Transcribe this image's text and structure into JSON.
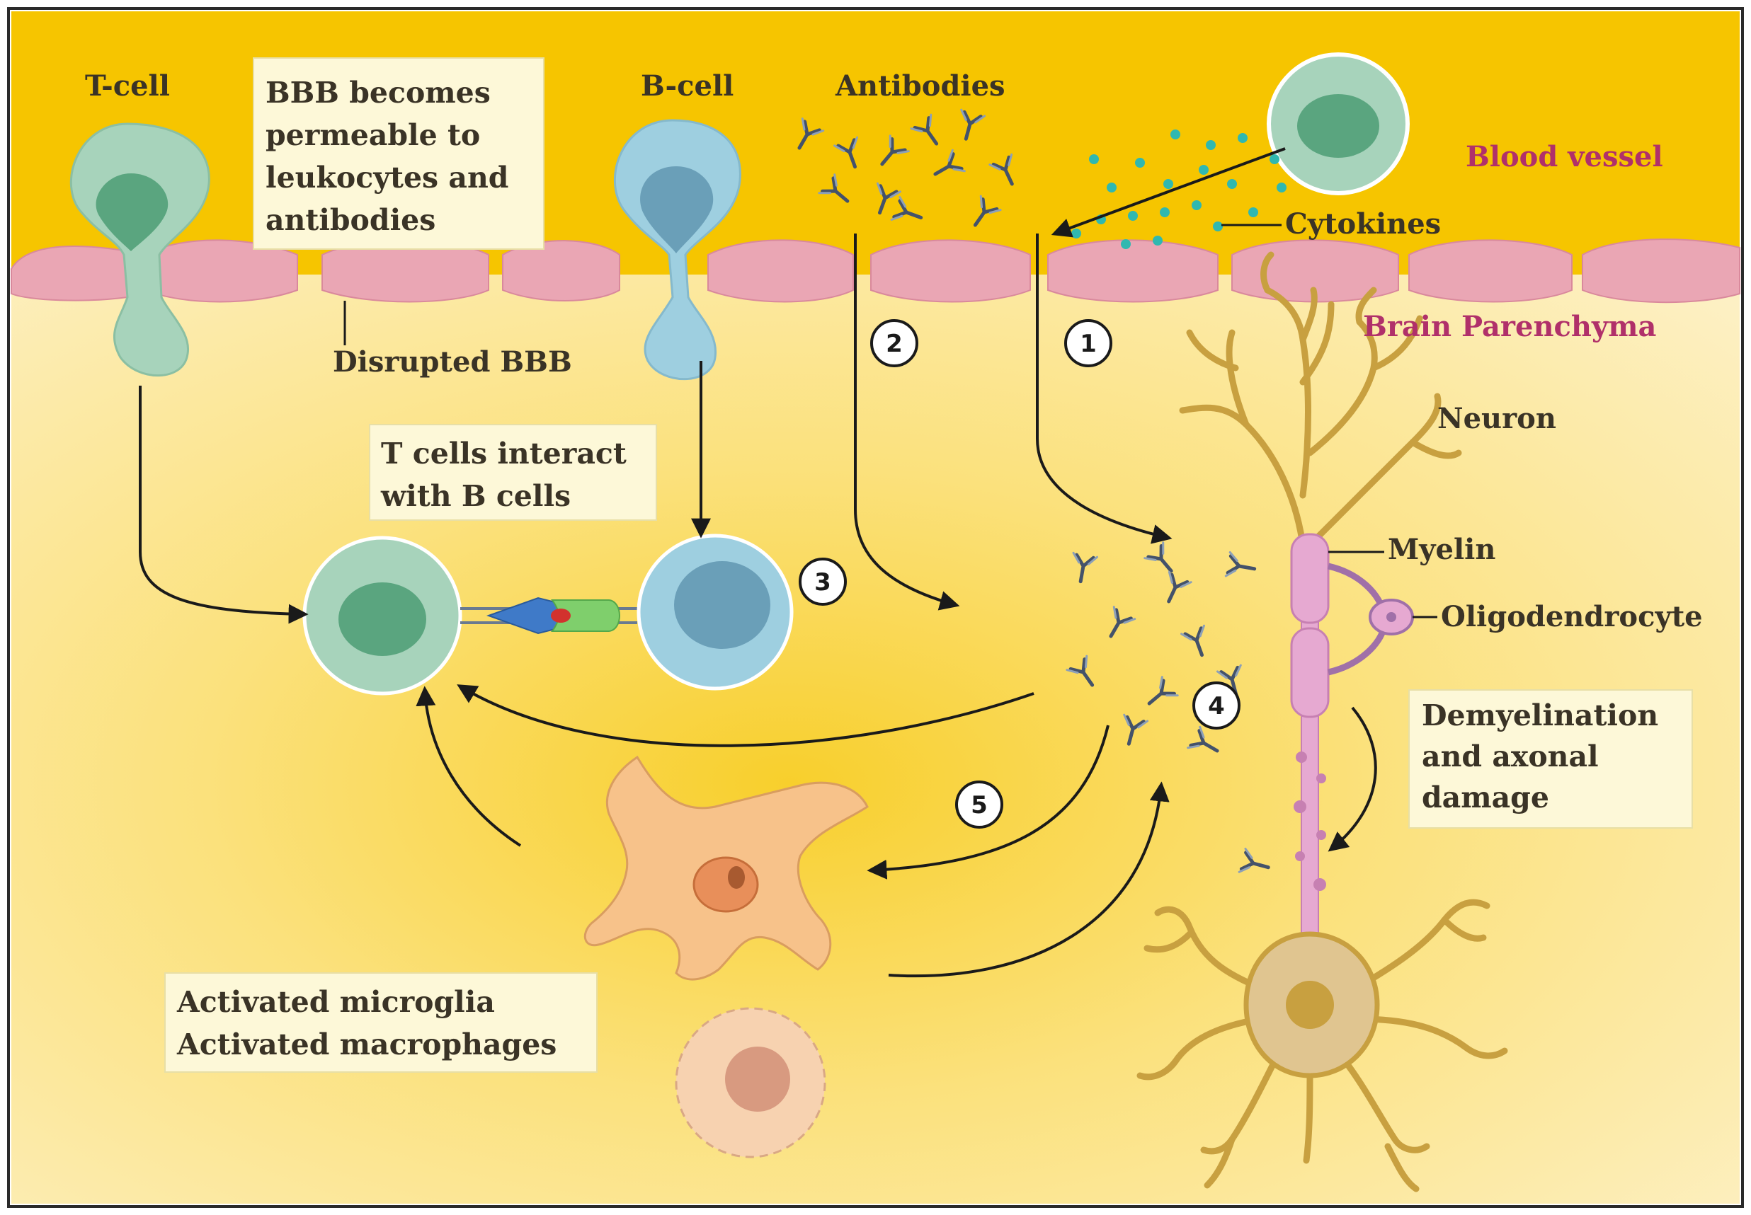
{
  "labels": {
    "t_cell": "T-cell",
    "b_cell": "B-cell",
    "antibodies": "Antibodies",
    "blood_vessel": "Blood vessel",
    "cytokines": "Cytokines",
    "brain_parenchyma": "Brain Parenchyma",
    "disrupted_bbb": "Disrupted BBB",
    "neuron": "Neuron",
    "myelin": "Myelin",
    "oligodendrocyte": "Oligodendrocyte"
  },
  "boxes": {
    "bbb": [
      "BBB becomes",
      "permeable to",
      "leukocytes and",
      "antibodies"
    ],
    "t_interact": [
      "T cells interact",
      "with B cells"
    ],
    "demyelination": [
      "Demyelination",
      "and axonal",
      "damage"
    ],
    "microglia": [
      "Activated microglia",
      "Activated macrophages"
    ]
  },
  "steps": [
    "1",
    "2",
    "3",
    "4",
    "5"
  ],
  "colors": {
    "blood_vessel": "#f5c400",
    "parenchyma": "#fbe089",
    "endothelium": "#eaa6b4",
    "t_cell": "#a7d3bb",
    "t_nucleus": "#5aa57f",
    "b_cell": "#9ecfe0",
    "b_nucleus": "#6a9fb8",
    "microglia": "#f7c28a",
    "neuron": "#c8a040",
    "myelin": "#e6a9d1"
  }
}
